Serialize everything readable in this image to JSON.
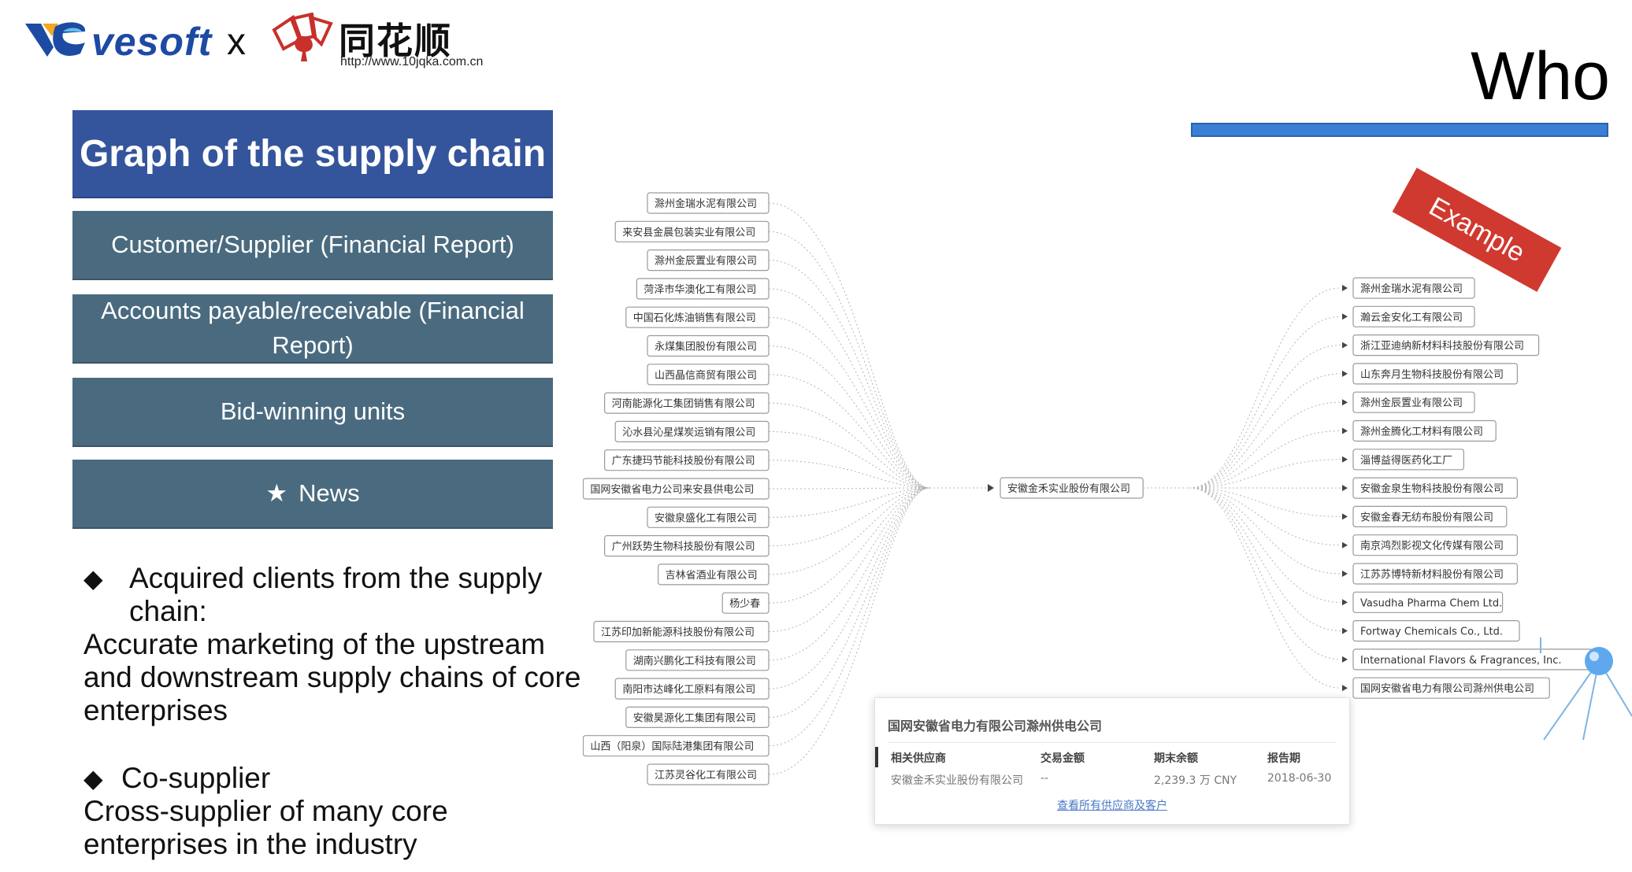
{
  "header": {
    "vesoft_logo_text": "vesoft",
    "separator": "x",
    "partner_name": "同花顺",
    "partner_url": "http://www.10jqka.com.cn",
    "page_title": "Who"
  },
  "menu": {
    "title": "Graph of the supply chain",
    "items": [
      {
        "label": "Customer/Supplier (Financial Report)"
      },
      {
        "label": "Accounts payable/receivable (Financial Report)"
      },
      {
        "label": "Bid-winning units"
      },
      {
        "label": "News",
        "icon": "star-icon"
      }
    ]
  },
  "bullets": [
    {
      "marker": "◆",
      "head": "Acquired clients from the supply chain:",
      "body": "Accurate marketing of the upstream and downstream supply chains of core enterprises"
    },
    {
      "marker": "◆",
      "head": "Co-supplier",
      "body": "Cross-supplier of many core enterprises in the industry"
    }
  ],
  "graph": {
    "example_label": "Example",
    "center": "安徽金禾实业股份有限公司",
    "left_nodes": [
      "滁州金瑞水泥有限公司",
      "来安县金晨包装实业有限公司",
      "滁州金辰置业有限公司",
      "菏泽市华澳化工有限公司",
      "中国石化炼油销售有限公司",
      "永煤集团股份有限公司",
      "山西晶信商贸有限公司",
      "河南能源化工集团销售有限公司",
      "沁水县沁星煤炭运销有限公司",
      "广东捷玛节能科技股份有限公司",
      "国网安徽省电力公司来安县供电公司",
      "安徽泉盛化工有限公司",
      "广州跃势生物科技股份有限公司",
      "吉林省酒业有限公司",
      "杨少春",
      "江苏印加新能源科技股份有限公司",
      "湖南兴鹏化工科技有限公司",
      "南阳市达峰化工原料有限公司",
      "安徽昊源化工集团有限公司",
      "山西（阳泉）国际陆港集团有限公司",
      "江苏灵谷化工有限公司"
    ],
    "right_nodes": [
      "滁州金瑞水泥有限公司",
      "瀚云金安化工有限公司",
      "浙江亚迪纳新材料科技股份有限公司",
      "山东奔月生物科技股份有限公司",
      "滁州金辰置业有限公司",
      "滁州金腾化工材料有限公司",
      "淄博益得医药化工厂",
      "安徽金泉生物科技股份有限公司",
      "安徽金春无纺布股份有限公司",
      "南京鸿烈影视文化传媒有限公司",
      "江苏苏博特新材料股份有限公司",
      "Vasudha Pharma Chem Ltd.",
      "Fortway Chemicals Co., Ltd.",
      "International Flavors & Fragrances, Inc.",
      "国网安徽省电力有限公司滁州供电公司"
    ]
  },
  "card": {
    "title": "国网安徽省电力有限公司滁州供电公司",
    "headers": [
      "相关供应商",
      "交易金额",
      "期末余额",
      "报告期"
    ],
    "row": [
      "安徽金禾实业股份有限公司",
      "--",
      "2,239.3 万 CNY",
      "2018-06-30"
    ],
    "link": "查看所有供应商及客户"
  },
  "colors": {
    "title_bg": "#34559c",
    "item_bg": "#4a6b7f",
    "accent_blue": "#3a7fd6",
    "ribbon": "#d0392f"
  }
}
